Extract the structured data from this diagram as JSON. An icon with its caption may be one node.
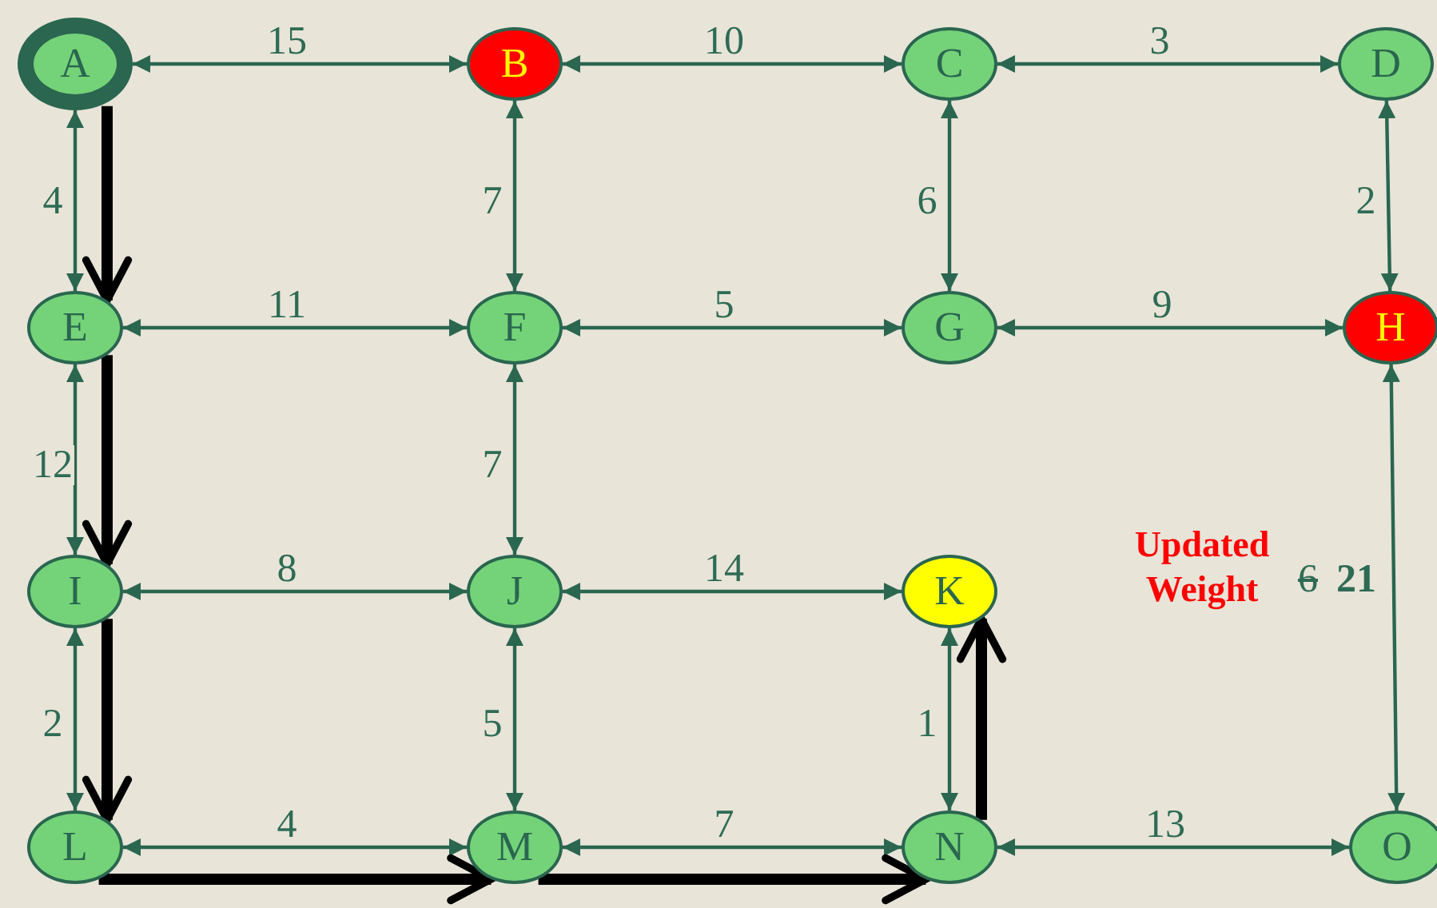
{
  "diagram": {
    "nodes": [
      {
        "text": [
          "A"
        ]
      },
      {
        "text": [
          "B"
        ]
      },
      {
        "text": [
          "C"
        ]
      },
      {
        "text": [
          "D"
        ]
      },
      {
        "text": [
          "E"
        ]
      },
      {
        "text": [
          "F"
        ]
      },
      {
        "text": [
          "G"
        ]
      },
      {
        "text": [
          "H"
        ]
      },
      {
        "text": [
          "I"
        ]
      },
      {
        "text": [
          "J"
        ]
      },
      {
        "text": [
          "K"
        ]
      },
      {
        "text": [
          "L"
        ]
      },
      {
        "text": [
          "M"
        ]
      },
      {
        "text": [
          "N"
        ]
      },
      {
        "text": [
          "O"
        ]
      }
    ],
    "edges": [
      {
        "from": 0,
        "to": 1,
        "arrow": "both",
        "label": "15"
      },
      {
        "from": 1,
        "to": 2,
        "arrow": "both",
        "label": "10"
      },
      {
        "from": 2,
        "to": 3,
        "arrow": "both",
        "label": "3"
      },
      {
        "from": 0,
        "to": 4,
        "arrow": "both",
        "label": "4"
      },
      {
        "from": 1,
        "to": 5,
        "arrow": "both",
        "label": "7"
      },
      {
        "from": 2,
        "to": 6,
        "arrow": "both",
        "label": "6"
      },
      {
        "from": 3,
        "to": 7,
        "arrow": "both",
        "label": "2"
      },
      {
        "from": 4,
        "to": 5,
        "arrow": "both",
        "label": "11"
      },
      {
        "from": 5,
        "to": 6,
        "arrow": "both",
        "label": "5"
      },
      {
        "from": 6,
        "to": 7,
        "arrow": "both",
        "label": "9"
      },
      {
        "from": 4,
        "to": 8,
        "arrow": "both",
        "label": "12"
      },
      {
        "from": 5,
        "to": 9,
        "arrow": "both",
        "label": "7"
      },
      {
        "from": 8,
        "to": 9,
        "arrow": "both",
        "label": "8"
      },
      {
        "from": 9,
        "to": 10,
        "arrow": "both",
        "label": "14"
      },
      {
        "from": 7,
        "to": 14,
        "arrow": "both"
      },
      {
        "from": 8,
        "to": 11,
        "arrow": "both",
        "label": "2"
      },
      {
        "from": 9,
        "to": 12,
        "arrow": "both",
        "label": "5"
      },
      {
        "from": 10,
        "to": 13,
        "arrow": "both",
        "label": "1"
      },
      {
        "from": 11,
        "to": 12,
        "arrow": "both",
        "label": "4"
      },
      {
        "from": 12,
        "to": 13,
        "arrow": "both",
        "label": "7"
      },
      {
        "from": 13,
        "to": 14,
        "arrow": "both",
        "label": "13"
      },
      {
        "from": 0,
        "to": 4,
        "arrow": "to",
        "style": "thick",
        "color": "#000000"
      },
      {
        "from": 4,
        "to": 8,
        "arrow": "to",
        "style": "thick",
        "color": "#000000"
      },
      {
        "from": 8,
        "to": 11,
        "arrow": "to",
        "style": "thick",
        "color": "#000000"
      },
      {
        "from": 11,
        "to": 12,
        "arrow": "to",
        "style": "thick",
        "color": "#000000"
      },
      {
        "from": 12,
        "to": 13,
        "arrow": "to",
        "style": "thick",
        "color": "#000000"
      },
      {
        "from": 13,
        "to": 10,
        "arrow": "to",
        "style": "thick",
        "color": "#000000"
      }
    ],
    "labels": [
      "Updated Weight",
      "6",
      "21"
    ]
  }
}
